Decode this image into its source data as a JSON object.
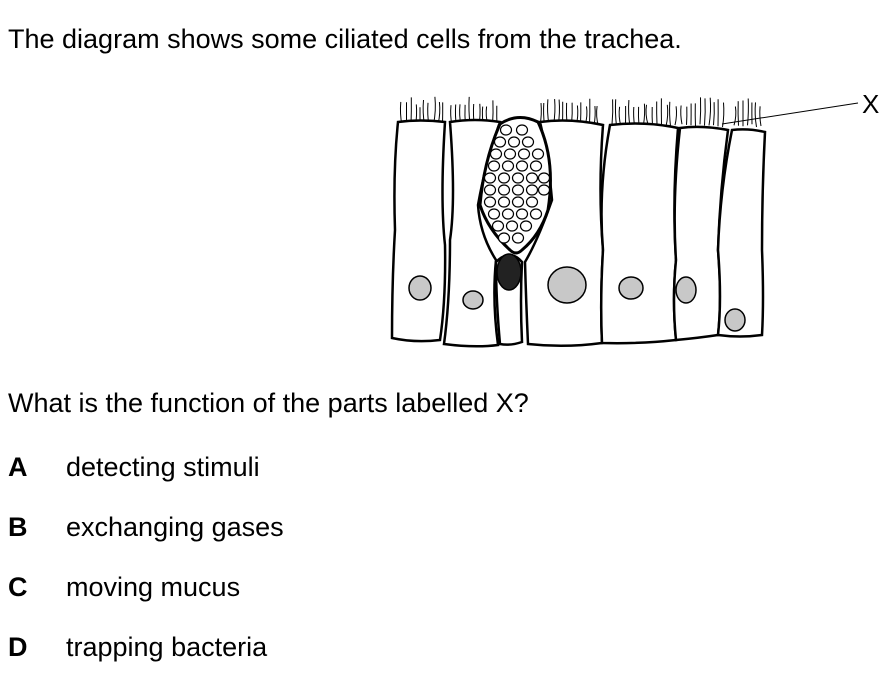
{
  "intro": "The diagram shows some ciliated cells from the trachea.",
  "diagram": {
    "label_x": "X"
  },
  "question": "What is the function of the parts labelled X?",
  "options": [
    {
      "letter": "A",
      "text": "detecting stimuli"
    },
    {
      "letter": "B",
      "text": "exchanging gases"
    },
    {
      "letter": "C",
      "text": "moving mucus"
    },
    {
      "letter": "D",
      "text": "trapping bacteria"
    }
  ]
}
